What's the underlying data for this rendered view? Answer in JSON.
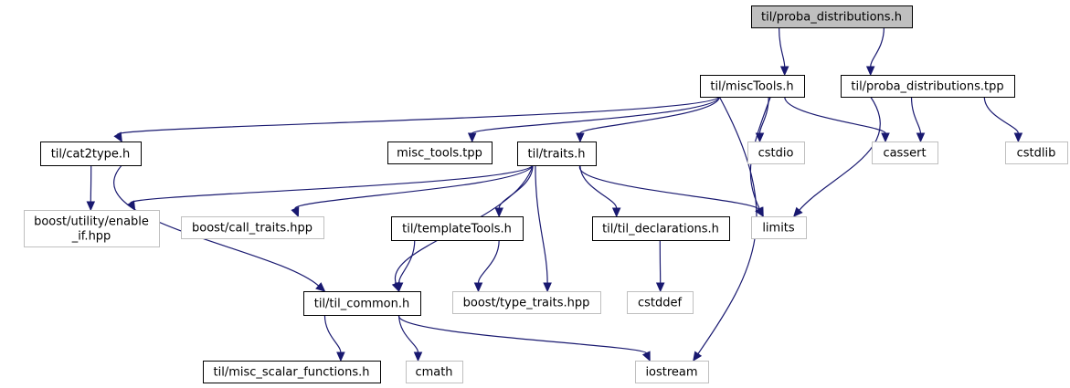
{
  "colors": {
    "edge": "#191970",
    "root_fill": "#bfbfbf",
    "internal_border": "#000000",
    "external_border": "#bfbfbf"
  },
  "nodes": [
    {
      "id": "proba_h",
      "lines": [
        "til/proba_distributions.h"
      ],
      "kind": "root"
    },
    {
      "id": "misctools_h",
      "lines": [
        "til/miscTools.h"
      ],
      "kind": "internal"
    },
    {
      "id": "proba_tpp",
      "lines": [
        "til/proba_distributions.tpp"
      ],
      "kind": "internal"
    },
    {
      "id": "cat2type_h",
      "lines": [
        "til/cat2type.h"
      ],
      "kind": "internal"
    },
    {
      "id": "misc_tools_tpp",
      "lines": [
        "misc_tools.tpp"
      ],
      "kind": "internal"
    },
    {
      "id": "traits_h",
      "lines": [
        "til/traits.h"
      ],
      "kind": "internal"
    },
    {
      "id": "cstdio",
      "lines": [
        "cstdio"
      ],
      "kind": "external"
    },
    {
      "id": "cassert",
      "lines": [
        "cassert"
      ],
      "kind": "external"
    },
    {
      "id": "cstdlib",
      "lines": [
        "cstdlib"
      ],
      "kind": "external"
    },
    {
      "id": "enable_if",
      "lines": [
        "boost/utility/enable",
        "_if.hpp"
      ],
      "kind": "external"
    },
    {
      "id": "call_traits",
      "lines": [
        "boost/call_traits.hpp"
      ],
      "kind": "external"
    },
    {
      "id": "templatetools_h",
      "lines": [
        "til/templateTools.h"
      ],
      "kind": "internal"
    },
    {
      "id": "til_declarations_h",
      "lines": [
        "til/til_declarations.h"
      ],
      "kind": "internal"
    },
    {
      "id": "limits",
      "lines": [
        "limits"
      ],
      "kind": "external"
    },
    {
      "id": "til_common_h",
      "lines": [
        "til/til_common.h"
      ],
      "kind": "internal"
    },
    {
      "id": "type_traits",
      "lines": [
        "boost/type_traits.hpp"
      ],
      "kind": "external"
    },
    {
      "id": "cstddef",
      "lines": [
        "cstddef"
      ],
      "kind": "external"
    },
    {
      "id": "misc_scalar_h",
      "lines": [
        "til/misc_scalar_functions.h"
      ],
      "kind": "internal"
    },
    {
      "id": "cmath",
      "lines": [
        "cmath"
      ],
      "kind": "external"
    },
    {
      "id": "iostream",
      "lines": [
        "iostream"
      ],
      "kind": "external"
    }
  ],
  "edges": [
    {
      "from": "proba_h",
      "to": "misctools_h"
    },
    {
      "from": "proba_h",
      "to": "proba_tpp"
    },
    {
      "from": "misctools_h",
      "to": "cat2type_h"
    },
    {
      "from": "misctools_h",
      "to": "misc_tools_tpp"
    },
    {
      "from": "misctools_h",
      "to": "traits_h"
    },
    {
      "from": "misctools_h",
      "to": "cstdio"
    },
    {
      "from": "misctools_h",
      "to": "cassert"
    },
    {
      "from": "misctools_h",
      "to": "limits"
    },
    {
      "from": "misctools_h",
      "to": "iostream"
    },
    {
      "from": "proba_tpp",
      "to": "cassert"
    },
    {
      "from": "proba_tpp",
      "to": "cstdlib"
    },
    {
      "from": "proba_tpp",
      "to": "limits"
    },
    {
      "from": "cat2type_h",
      "to": "enable_if"
    },
    {
      "from": "cat2type_h",
      "to": "til_common_h"
    },
    {
      "from": "traits_h",
      "to": "enable_if"
    },
    {
      "from": "traits_h",
      "to": "call_traits"
    },
    {
      "from": "traits_h",
      "to": "templatetools_h"
    },
    {
      "from": "traits_h",
      "to": "til_declarations_h"
    },
    {
      "from": "traits_h",
      "to": "limits"
    },
    {
      "from": "traits_h",
      "to": "til_common_h"
    },
    {
      "from": "traits_h",
      "to": "type_traits"
    },
    {
      "from": "templatetools_h",
      "to": "til_common_h"
    },
    {
      "from": "templatetools_h",
      "to": "type_traits"
    },
    {
      "from": "til_declarations_h",
      "to": "cstddef"
    },
    {
      "from": "til_common_h",
      "to": "misc_scalar_h"
    },
    {
      "from": "til_common_h",
      "to": "cmath"
    },
    {
      "from": "til_common_h",
      "to": "iostream"
    }
  ]
}
